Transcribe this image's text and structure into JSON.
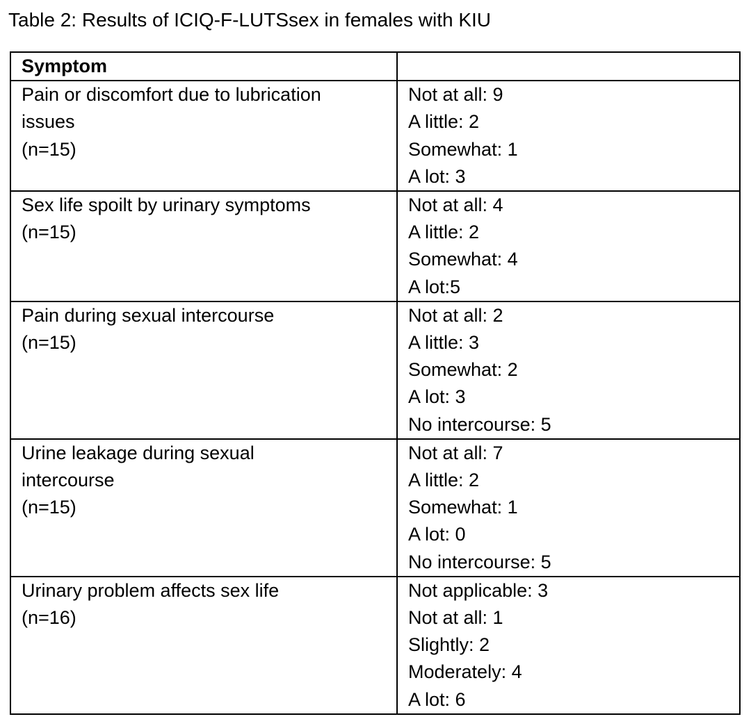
{
  "caption": "Table 2: Results of ICIQ-F-LUTSsex in females with KIU",
  "table": {
    "headers": [
      "Symptom",
      ""
    ],
    "rows": [
      {
        "symptom_lines": [
          "Pain or discomfort due to lubrication",
          "issues",
          "(n=15)"
        ],
        "results": [
          "Not at all: 9",
          "A little: 2",
          "Somewhat: 1",
          "A lot: 3"
        ]
      },
      {
        "symptom_lines": [
          "Sex life spoilt by urinary symptoms",
          "(n=15)"
        ],
        "results": [
          "Not at all: 4",
          "A little: 2",
          "Somewhat: 4",
          "A lot:5"
        ]
      },
      {
        "symptom_lines": [
          "Pain during sexual intercourse",
          "(n=15)"
        ],
        "results": [
          "Not at all: 2",
          "A little: 3",
          "Somewhat: 2",
          "A lot: 3",
          "No intercourse: 5"
        ]
      },
      {
        "symptom_lines": [
          "Urine leakage during sexual",
          "intercourse",
          "(n=15)"
        ],
        "results": [
          "Not at all: 7",
          "A little: 2",
          "Somewhat: 1",
          "A lot: 0",
          "No intercourse: 5"
        ]
      },
      {
        "symptom_lines": [
          "Urinary problem affects sex life",
          "(n=16)"
        ],
        "results": [
          "Not applicable: 3",
          "Not at all: 1",
          "Slightly: 2",
          "Moderately: 4",
          "A lot: 6"
        ]
      }
    ]
  }
}
